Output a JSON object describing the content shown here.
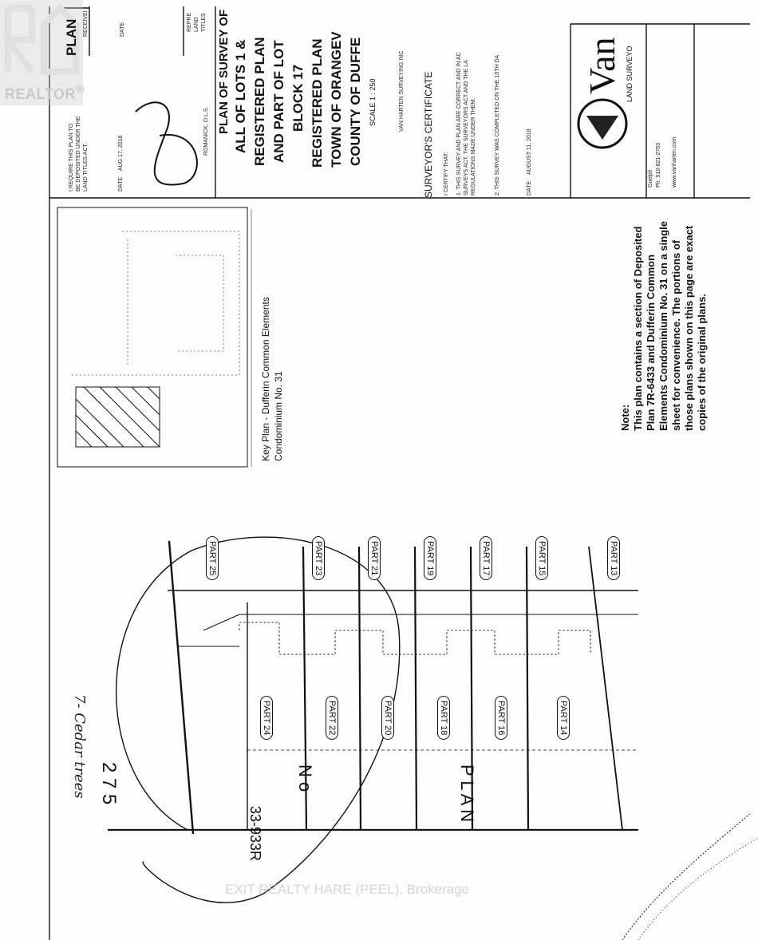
{
  "watermark": {
    "brand": "REALTOR",
    "registered": "®",
    "brokerage": "EXIT REALTY HARE (PEEL), Brokerage"
  },
  "title_block": {
    "plan_heading": "PLAN",
    "received": "RECEIVEI",
    "date_label": "DATE",
    "refs": [
      "REPRE",
      "LAND",
      "TITLES"
    ],
    "deposit_note": [
      "I REQUIRE THIS PLAN TO",
      "BE DEPOSITED UNDER THE",
      "LAND TITLES ACT."
    ],
    "date_value": "AUG 17, 2018",
    "signer": "ROMANICK, O.L.S.",
    "plan_of_survey": "PLAN OF SURVEY OF",
    "line1": "ALL OF LOTS 1 &",
    "line2": "REGISTERED PLAN",
    "line3": "AND PART OF LOT",
    "line4": "BLOCK 17",
    "line5": "REGISTERED PLAN",
    "line6": "TOWN OF ORANGEV",
    "line7": "COUNTY OF DUFFE",
    "scale": "SCALE 1 : 250",
    "surveying": "VAN HARTEN SURVEYING INC",
    "firm_brand": "Van",
    "firm_sub": "LAND SURVEYO",
    "firm_web": "www.vanharten.com",
    "firm_phone": "Ph: 519-821-2763",
    "firm_city": "Guelph"
  },
  "certificate": {
    "heading": "SURVEYOR'S CERTIFICATE",
    "certify": "I CERTIFY THAT:",
    "item1": [
      "1.  THIS SURVEY AND PLAN ARE CORRECT AND IN AC",
      "SURVEYS ACT, THE SURVEYORS ACT AND THE LA",
      "REGULATIONS MADE UNDER THEM."
    ],
    "item2": "2.  THIS SURVEY WAS COMPLETED ON THE 10TH DA",
    "date_label": "DATE",
    "date_value": "AUGUST 11, 2018"
  },
  "key_plan": {
    "caption_1": "Key Plan - Dufferin Common Elements",
    "caption_2": "Condominium No. 31"
  },
  "note": {
    "label": "Note:",
    "lines": [
      "This plan contains a section of Deposited",
      "Plan 7R-6433 and Dufferin Common",
      "Elements Condominium No. 31 on a single",
      "sheet for convenience. The portions of",
      "those plans shown on this page are exact",
      "copies of the original plans."
    ]
  },
  "survey": {
    "plan_number": "2 7 5",
    "plan_word": "P L A N",
    "plan_no": "N o",
    "ref_plan": "33-933R",
    "handwritten": "7- Cedar trees",
    "parts_top": [
      "PART 25",
      "PART 23",
      "PART 21",
      "PART 19",
      "PART 17",
      "PART 15",
      "PART 13"
    ],
    "parts_mid": [
      "PART 24",
      "PART 22",
      "PART 20",
      "PART 18",
      "PART 16",
      "PART 14"
    ]
  }
}
